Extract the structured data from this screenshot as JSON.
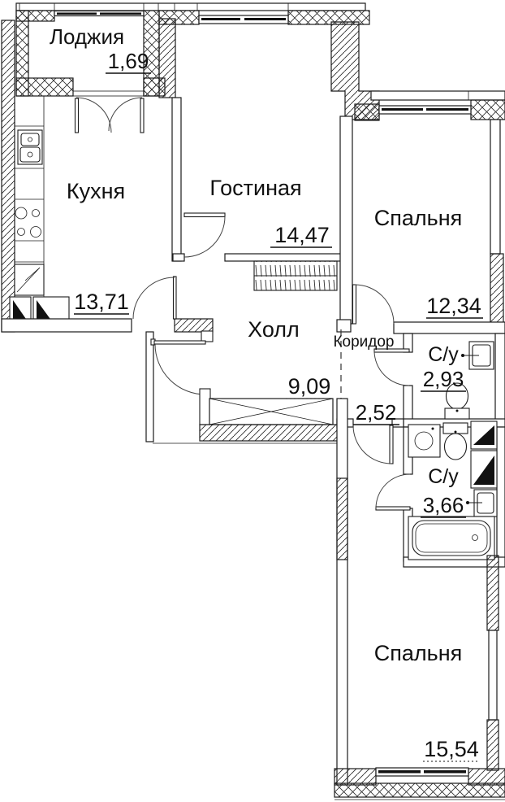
{
  "plan": {
    "title": "apartment-floor-plan",
    "rooms": [
      {
        "name": "Лоджия",
        "area": "1,69"
      },
      {
        "name": "Кухня",
        "area": "13,71"
      },
      {
        "name": "Гостиная",
        "area": "14,47"
      },
      {
        "name": "Спальня",
        "area": "12,34"
      },
      {
        "name": "Холл",
        "area": "9,09"
      },
      {
        "name": "Коридор",
        "area": "2,52"
      },
      {
        "name": "С/у",
        "area": "2,93"
      },
      {
        "name": "С/у",
        "area": "3,66"
      },
      {
        "name": "Спальня",
        "area": "15,54"
      }
    ],
    "colors": {
      "line": "#1c1c1c",
      "background": "#ffffff"
    }
  }
}
